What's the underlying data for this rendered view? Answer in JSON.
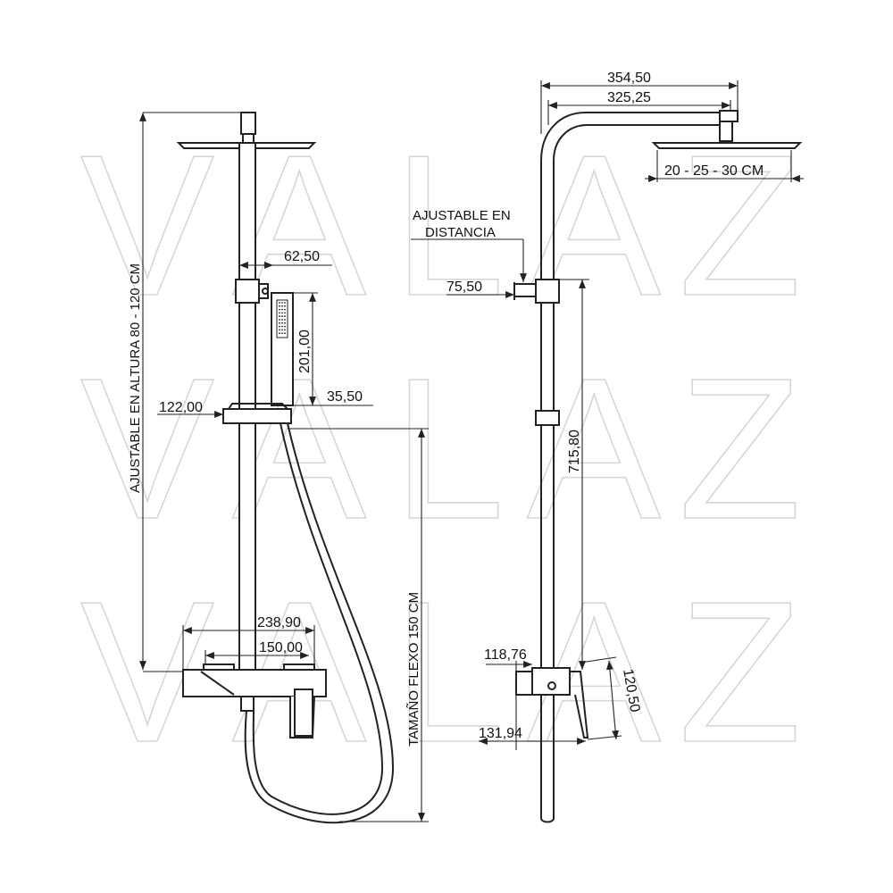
{
  "watermark": {
    "text": "VALAZ",
    "letters": [
      "V",
      "A",
      "L",
      "A",
      "Z"
    ]
  },
  "front_view": {
    "height_label": "AJUSTABLE EN ALTURA 80 - 120 CM",
    "hose_label": "TAMAÑO FLEXO 150 CM",
    "dim_62": "62,50",
    "dim_201": "201,00",
    "dim_35": "35,50",
    "dim_122": "122,00",
    "dim_238": "238,90",
    "dim_150": "150,00"
  },
  "side_view": {
    "dim_354": "354,50",
    "dim_325": "325,25",
    "head_size": "20 - 25 - 30 CM",
    "distance_label_1": "AJUSTABLE EN",
    "distance_label_2": "DISTANCIA",
    "dim_75": "75,50",
    "dim_715": "715,80",
    "dim_118": "118,76",
    "dim_120": "120,50",
    "dim_131": "131,94"
  }
}
